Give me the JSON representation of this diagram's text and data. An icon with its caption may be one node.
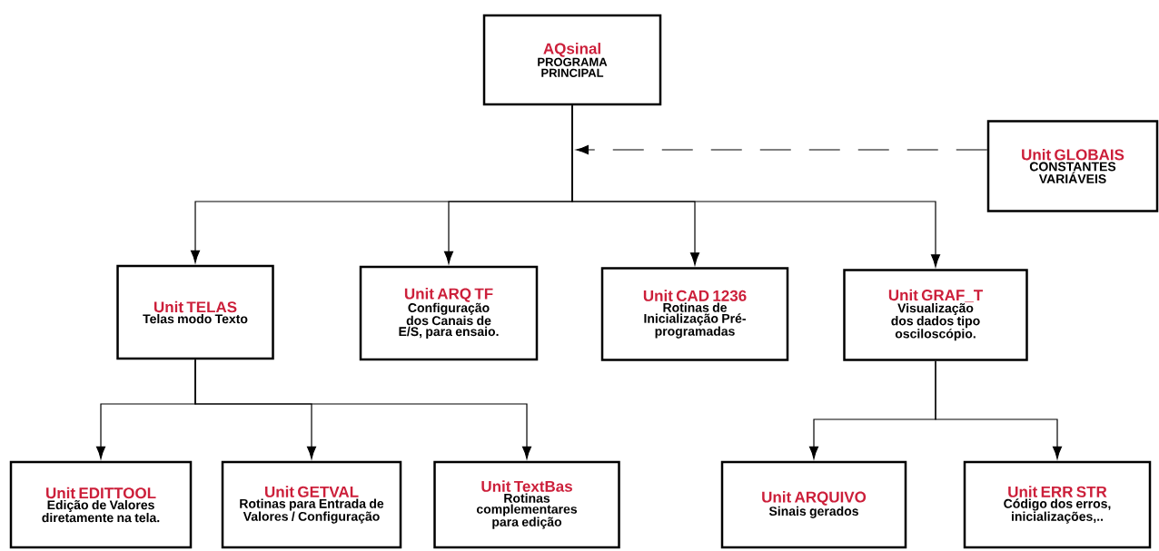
{
  "diagram": {
    "nodes": [
      {
        "text": [
          "AQsinal",
          "PROGRAMA PRINCIPAL"
        ]
      },
      {
        "text": [
          "Unit GLOBAIS",
          "CONSTANTES VARIÁVEIS"
        ]
      },
      {
        "text": [
          "Unit TELAS",
          "Telas modo Texto"
        ]
      },
      {
        "text": [
          "Unit ARQ TF",
          "Configuração dos Canais de E/S, para ensaio."
        ]
      },
      {
        "text": [
          "Unit CAD 1236",
          "Rotinas de Inicialização Pré-programadas"
        ]
      },
      {
        "text": [
          "Unit GRAF_T",
          "Visualização dos dados tipo osciloscópio."
        ]
      },
      {
        "text": [
          "Unit EDITTOOL",
          "Edição de Valores diretamente na tela."
        ]
      },
      {
        "text": [
          "Unit GETVAL",
          "Rotinas para Entrada de Valores / Configuração"
        ]
      },
      {
        "text": [
          "Unit TextBas",
          "Rotinas complementares para edição"
        ]
      },
      {
        "text": [
          "Unit ARQUIVO",
          "Sinais gerados"
        ]
      },
      {
        "text": [
          "Unit ERR STR",
          "Código dos erros, inicializações,.."
        ]
      }
    ],
    "edges": [
      {
        "from": 1,
        "to": null,
        "arrow": "to",
        "style": "dashed"
      },
      {
        "from": 0,
        "to": 2,
        "arrow": "to"
      },
      {
        "from": 0,
        "to": 3,
        "arrow": "to"
      },
      {
        "from": 0,
        "to": 4,
        "arrow": "to"
      },
      {
        "from": 0,
        "to": 5,
        "arrow": "to"
      },
      {
        "from": 2,
        "to": 6,
        "arrow": "to"
      },
      {
        "from": 2,
        "to": 7,
        "arrow": "to"
      },
      {
        "from": 2,
        "to": 8,
        "arrow": "to"
      },
      {
        "from": 5,
        "to": 9,
        "arrow": "to"
      },
      {
        "from": 5,
        "to": 10,
        "arrow": "to"
      }
    ]
  }
}
